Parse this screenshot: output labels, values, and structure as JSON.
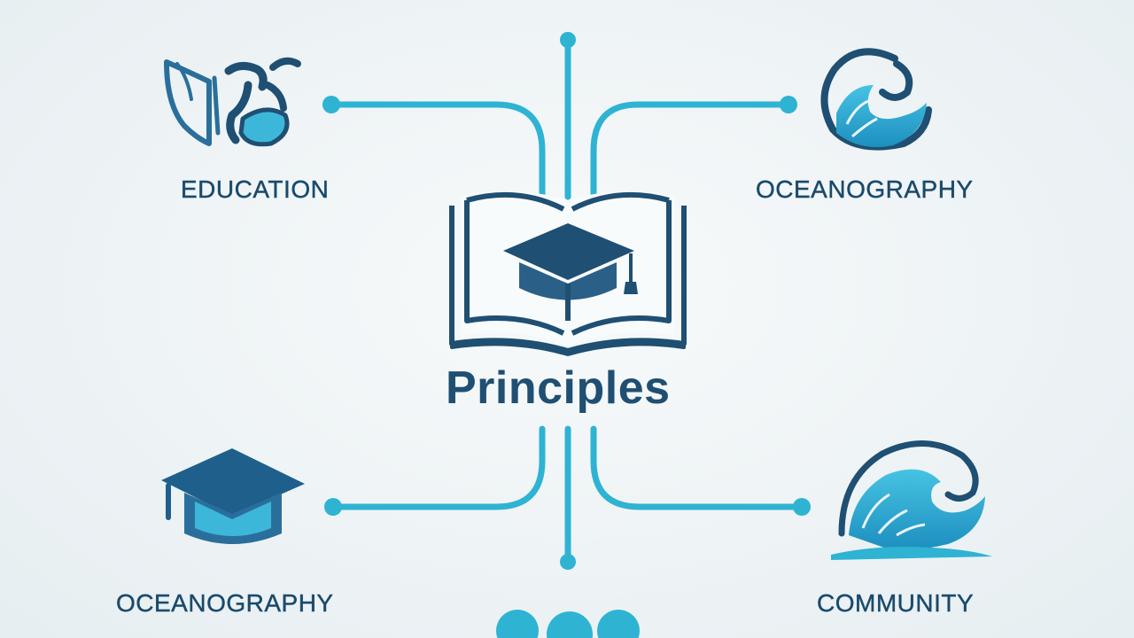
{
  "center": {
    "label": "Principles",
    "icon": "book-with-graduation-cap-icon"
  },
  "nodes": [
    {
      "id": "top-left",
      "label": "EDUCATION",
      "icon": "education-hands-icon"
    },
    {
      "id": "top-right",
      "label": "OCEANOGRAPHY",
      "icon": "wave-icon"
    },
    {
      "id": "bottom-left",
      "label": "OCEANOGRAPHY",
      "icon": "graduation-cap-icon"
    },
    {
      "id": "bottom-right",
      "label": "COMMUNITY",
      "icon": "wave-icon"
    }
  ],
  "colors": {
    "connector": "#2eb3d3",
    "dark_blue": "#1f4f72",
    "accent_blue": "#3db7d9",
    "label_text": "#1a4a6b"
  }
}
